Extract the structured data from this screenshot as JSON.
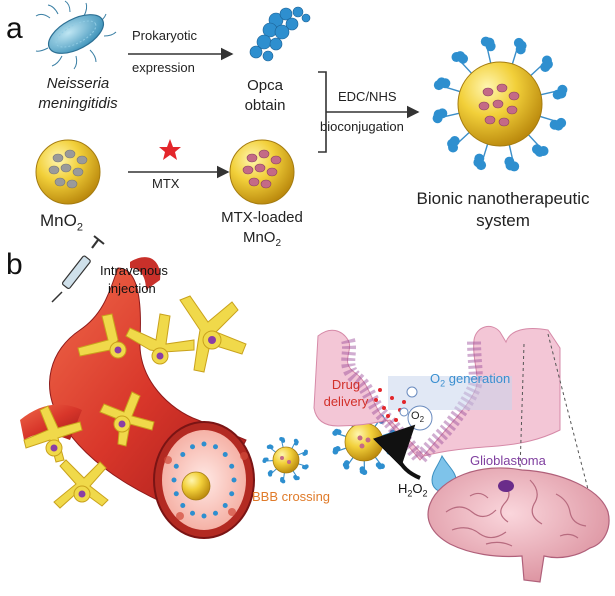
{
  "panel_a": {
    "letter": "a",
    "organism_line1": "Neisseria",
    "organism_line2": "meningitidis",
    "step1_line1": "Prokaryotic",
    "step1_line2": "expression",
    "protein_line1": "Opca",
    "protein_line2": "obtain",
    "step2": "MTX",
    "carrier_prefix": "MnO",
    "carrier_sub": "2",
    "loaded_line1": "MTX-loaded",
    "loaded_line2_prefix": "MnO",
    "loaded_line2_sub": "2",
    "step3_line1": "EDC/NHS",
    "step3_line2": "bioconjugation",
    "result_line1": "Bionic nanotherapeutic",
    "result_line2": "system"
  },
  "panel_b": {
    "letter": "b",
    "injection_line1": "Intravenous",
    "injection_line2": "injection",
    "bbb": "BBB crossing",
    "drug_line1": "Drug",
    "drug_line2": "delivery",
    "o2gen_prefix": "O",
    "o2gen_sub": "2",
    "o2gen_suffix": " generation",
    "o2_prefix": "O",
    "o2_sub": "2",
    "h2o2_a": "H",
    "h2o2_sub1": "2",
    "h2o2_b": "O",
    "h2o2_sub2": "2",
    "tumor": "Glioblastoma"
  },
  "colors": {
    "nanoparticle": "#f2d03a",
    "protein": "#2e8fcf",
    "vessel": "#d8362a",
    "astrocyte": "#f0d94a",
    "tissue": "#f3c6d6",
    "brain": "#f2b8c0",
    "label_orange": "#e07b2a",
    "label_red": "#d2302a",
    "label_blue": "#3a8fd0",
    "label_purple": "#8040a0"
  }
}
